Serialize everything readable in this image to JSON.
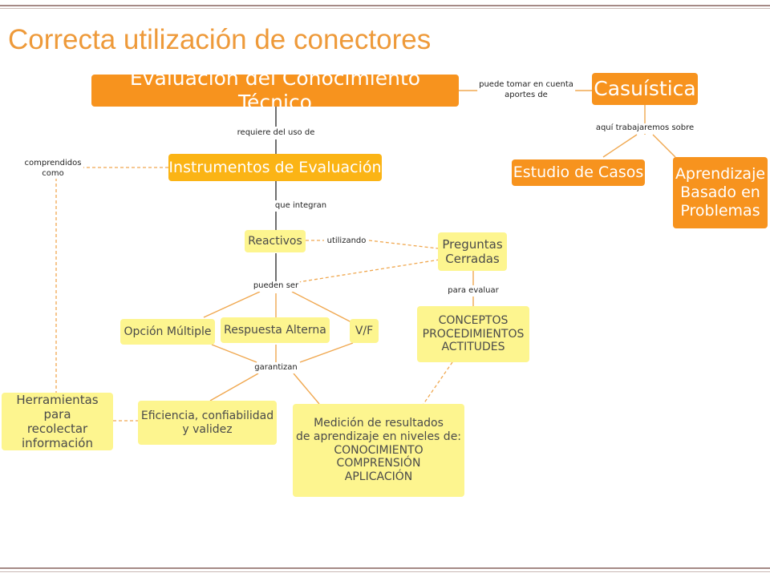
{
  "page": {
    "title": "Correcta utilización de conectores"
  },
  "colors": {
    "primary_node": "#f7931e",
    "secondary_node": "#fbb415",
    "tertiary_node": "#fdf58f",
    "title": "#ee9a3a",
    "connector": "#f0a850"
  },
  "nodes": {
    "evaluacion": "Evaluación del Conocimiento Técnico",
    "casuistica": "Casuística",
    "estudio_casos": "Estudio de Casos",
    "abp": "Aprendizaje\nBasado en\nProblemas",
    "instrumentos": "Instrumentos de Evaluación",
    "reactivos": "Reactivos",
    "preguntas": "Preguntas\nCerradas",
    "opcion": "Opción Múltiple",
    "respuesta": "Respuesta Alterna",
    "vf": "V/F",
    "conceptos": "CONCEPTOS\nPROCEDIMIENTOS\nACTITUDES",
    "herramientas": "Herramientas para\nrecolectar\ninformación",
    "eficiencia": "Eficiencia, confiabilidad\ny validez",
    "medicion": "Medición de resultados\nde aprendizaje en niveles de:\nCONOCIMIENTO\nCOMPRENSIÓN\nAPLICACIÓN"
  },
  "links": {
    "puede_tomar": "puede tomar en cuenta\naportes de",
    "aqui_trabajaremos": "aquí trabajaremos sobre",
    "requiere": "requiere del uso de",
    "comprendidos": "comprendidos\ncomo",
    "que_integran": "que integran",
    "utilizando": "utilizando",
    "pueden_ser": "pueden ser",
    "para_evaluar": "para evaluar",
    "garantizan": "garantizan"
  }
}
